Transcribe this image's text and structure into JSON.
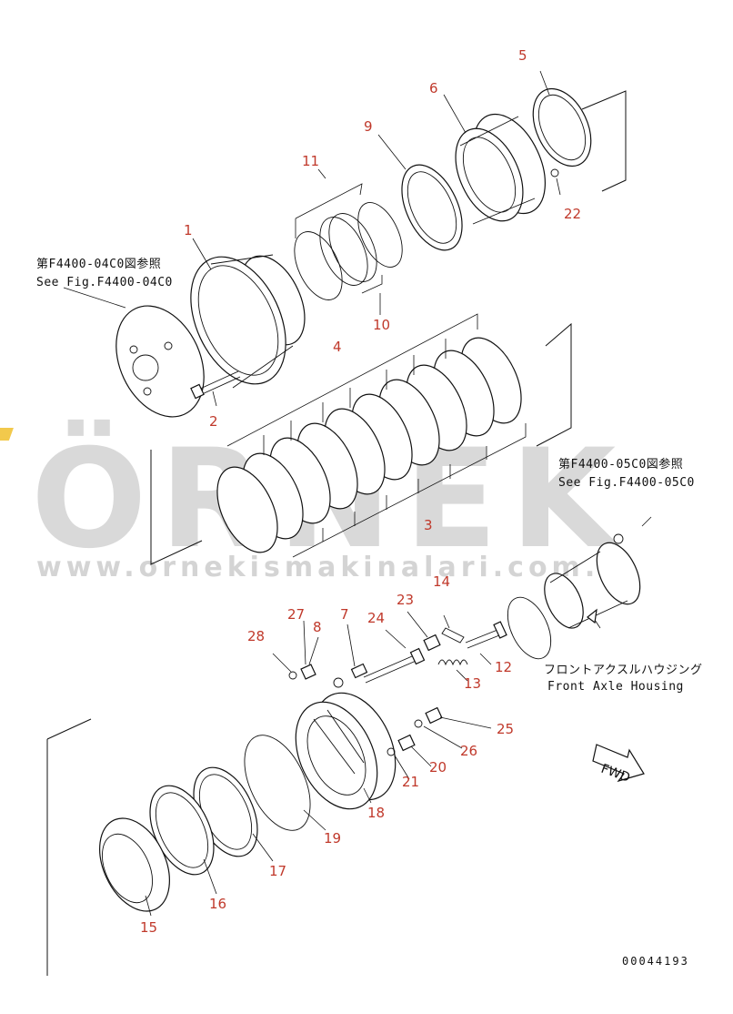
{
  "watermark": {
    "brand": "ÖRNEK",
    "url": "www.ornekismakinalari.com.tr",
    "accent_color": "#f2c94c"
  },
  "references": {
    "top_jp": "第F4400-04C0図参照",
    "top_en": "See Fig.F4400-04C0",
    "right_jp": "第F4400-05C0図参照",
    "right_en": "See Fig.F4400-05C0",
    "housing_jp": "フロントアクスルハウジング",
    "housing_en": "Front Axle Housing"
  },
  "fwd_label": "FWD",
  "drawing_code": "00044193",
  "label_color": "#c0392b",
  "parts": [
    "1",
    "2",
    "3",
    "4",
    "5",
    "6",
    "7",
    "8",
    "9",
    "10",
    "11",
    "12",
    "13",
    "14",
    "15",
    "16",
    "17",
    "18",
    "19",
    "20",
    "21",
    "22",
    "23",
    "24",
    "25",
    "26",
    "27",
    "28"
  ]
}
